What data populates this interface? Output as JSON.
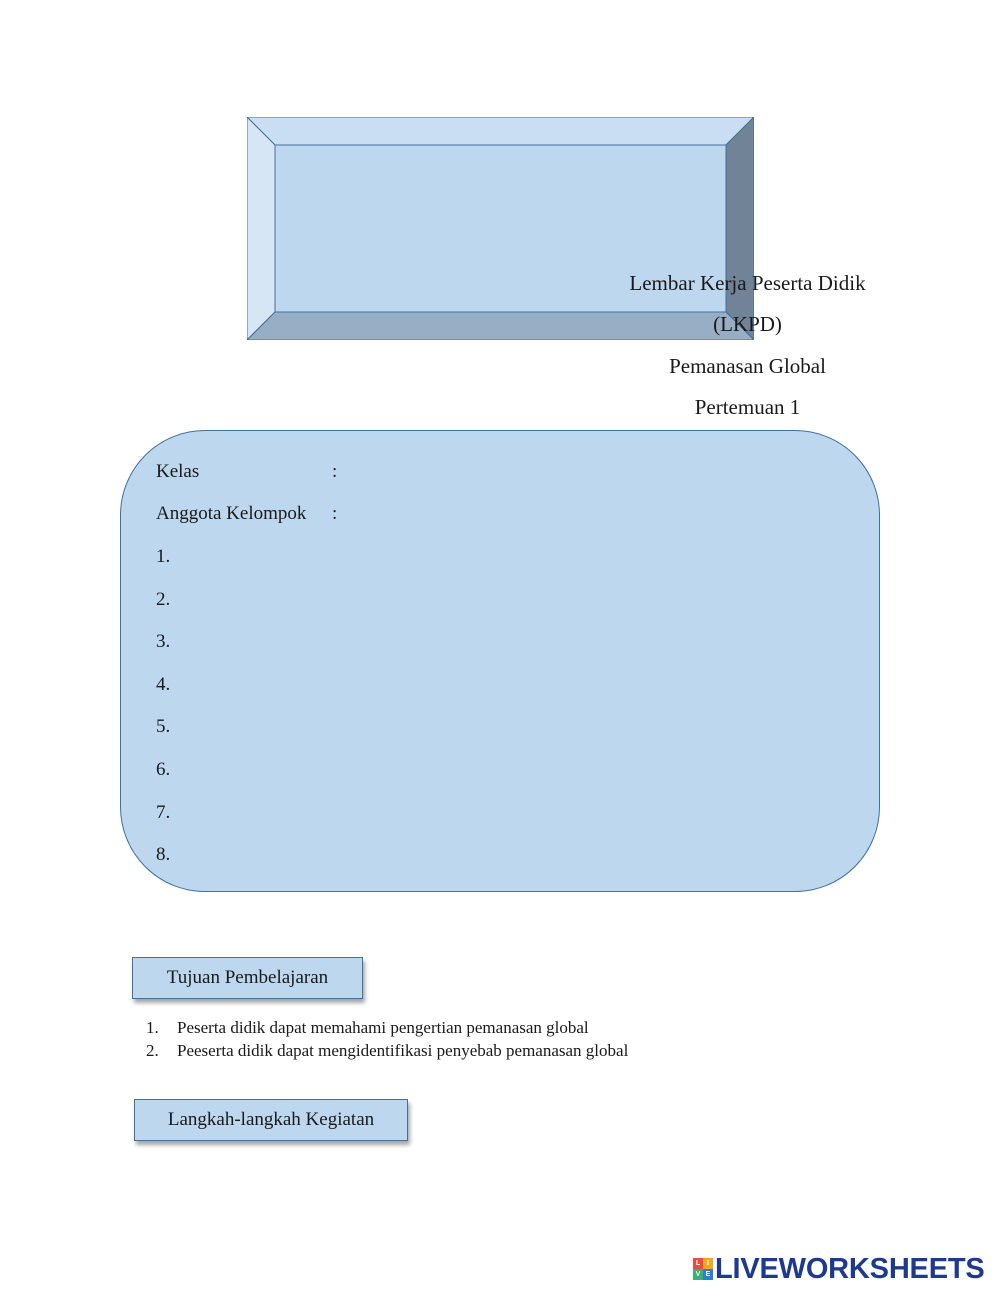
{
  "title_box": {
    "lines": [
      "Lembar Kerja Peserta Didik",
      "(LKPD)",
      "Pemanasan Global",
      "Pertemuan 1"
    ]
  },
  "identity": {
    "kelas_label": "Kelas",
    "kelas_colon": ":",
    "anggota_label": "Anggota  Kelompok",
    "anggota_colon": ":",
    "members": [
      "1.",
      "2.",
      "3.",
      "4.",
      "5.",
      "6.",
      "7.",
      "8."
    ]
  },
  "tujuan": {
    "heading": "Tujuan  Pembelajaran",
    "items": [
      {
        "num": "1.",
        "text": "Peserta didik  dapat memahami  pengertian  pemanasan  global"
      },
      {
        "num": "2.",
        "text": "Peeserta didik  dapat mengidentifikasi  penyebab  pemanasan  global"
      }
    ]
  },
  "langkah": {
    "heading": "Langkah-langkah  Kegiatan"
  },
  "footer": {
    "logo_text": "LIVEWORKSHEETS",
    "logo_mark_letters": [
      "L",
      "I",
      "V",
      "E"
    ],
    "colors": {
      "brand": "#1d3a8f",
      "mark": [
        "#e94b3c",
        "#f5a623",
        "#3bb273",
        "#2d7dd2"
      ]
    }
  }
}
